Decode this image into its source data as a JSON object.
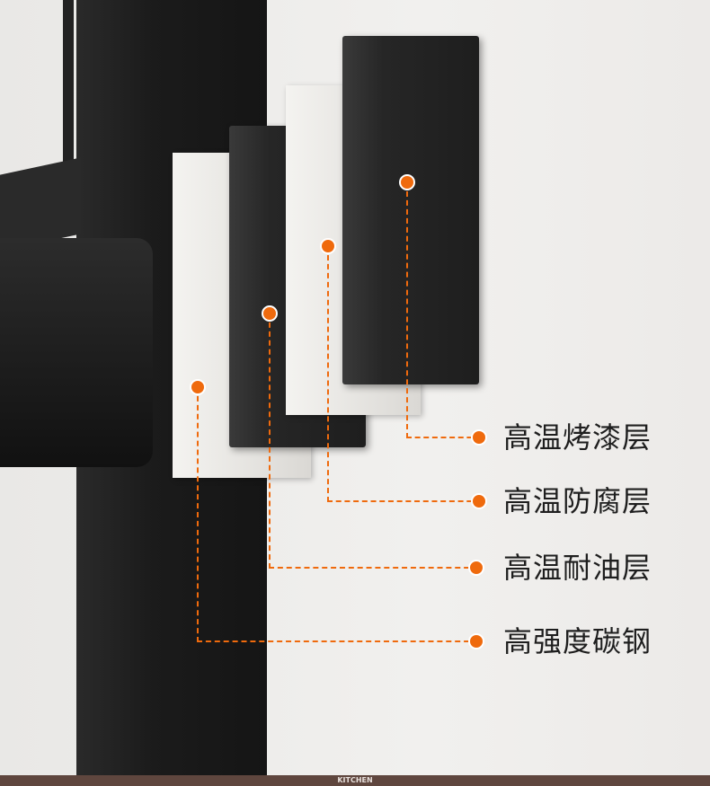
{
  "layers": [
    {
      "label": "高温烤漆层"
    },
    {
      "label": "高温防腐层"
    },
    {
      "label": "高温耐油层"
    },
    {
      "label": "高强度碳钢"
    }
  ],
  "footer": "KITCHEN",
  "colors": {
    "accent": "#ef6a0d",
    "footer": "#5f463e"
  }
}
